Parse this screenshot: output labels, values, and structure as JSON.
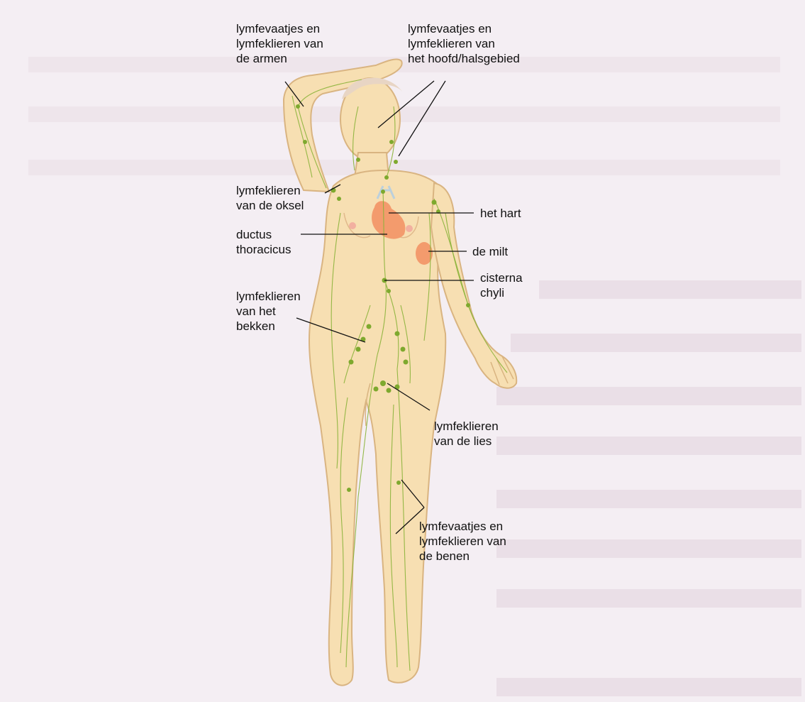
{
  "labels": {
    "arms": "lymfevaatjes en\nlymfeklieren van\nde armen",
    "head_neck": "lymfevaatjes en\nlymfeklieren van\nhet hoofd/halsgebied",
    "armpit": "lymfeklieren\nvan de oksel",
    "heart": "het hart",
    "thoracic_duct": "ductus\nthoracicus",
    "spleen": "de milt",
    "cisterna": "cisterna\nchyli",
    "pelvis": "lymfeklieren\nvan het\nbekken",
    "groin": "lymfeklieren\nvan de lies",
    "legs": "lymfevaatjes en\nlymfeklieren van\nde benen"
  },
  "colors": {
    "background": "#f4eef3",
    "skin": "#f7dfb2",
    "lymph_vessels": "#8ab238",
    "organs": "#f39b6d"
  }
}
